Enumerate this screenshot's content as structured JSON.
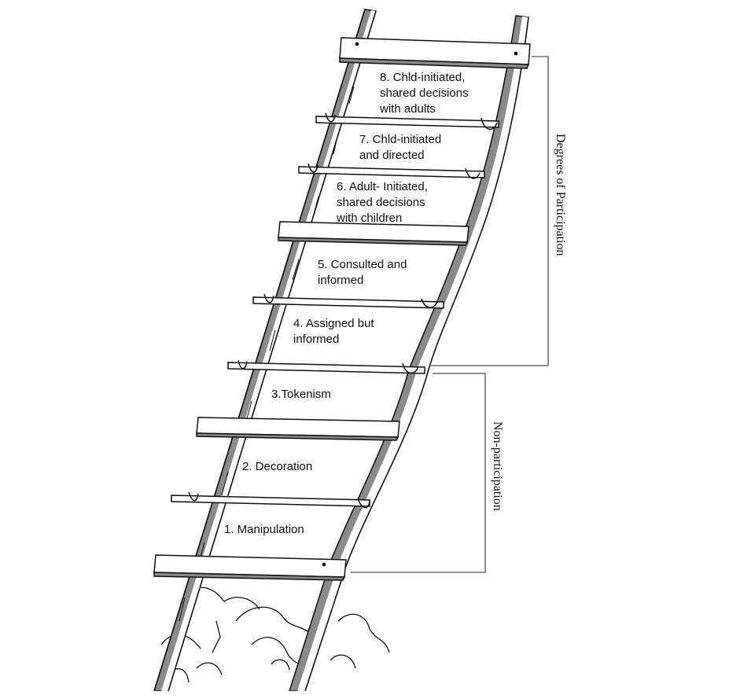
{
  "diagram": {
    "rungs": [
      {
        "number": "8",
        "label": "8. Chld-initiated,\nshared decisions\nwith adults"
      },
      {
        "number": "7",
        "label": "7. Chld-initiated\nand directed"
      },
      {
        "number": "6",
        "label": "6. Adult- Initiated,\nshared decisions\nwith children"
      },
      {
        "number": "5",
        "label": "5. Consulted and\ninformed"
      },
      {
        "number": "4",
        "label": "4. Assigned but\ninformed"
      },
      {
        "number": "3",
        "label": "3.Tokenism"
      },
      {
        "number": "2",
        "label": "2. Decoration"
      },
      {
        "number": "1",
        "label": "1. Manipulation"
      }
    ],
    "groups": {
      "participation": "Degrees of Participation",
      "non_participation": "Non-participation"
    },
    "colors": {
      "ink": "#111111",
      "wood_shade": "#8a8a8a",
      "wood_light": "#ffffff",
      "bracket": "#555555"
    }
  }
}
